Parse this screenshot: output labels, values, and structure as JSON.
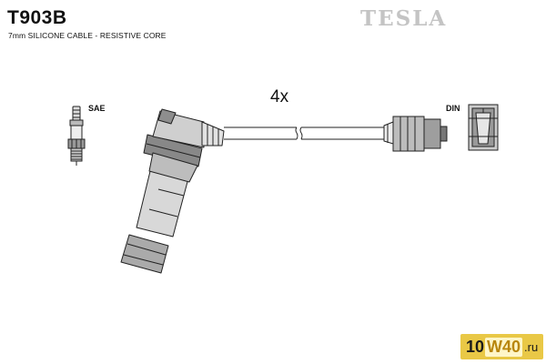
{
  "header": {
    "part_number": "T903B",
    "spec": "7mm SILICONE CABLE - RESISTIVE CORE",
    "brand": "TESLA"
  },
  "diagram": {
    "quantity": "4x",
    "left_label": "SAE",
    "right_label": "DIN"
  },
  "watermark": {
    "prefix": "10",
    "mid": "W40",
    "tld": ".ru"
  }
}
